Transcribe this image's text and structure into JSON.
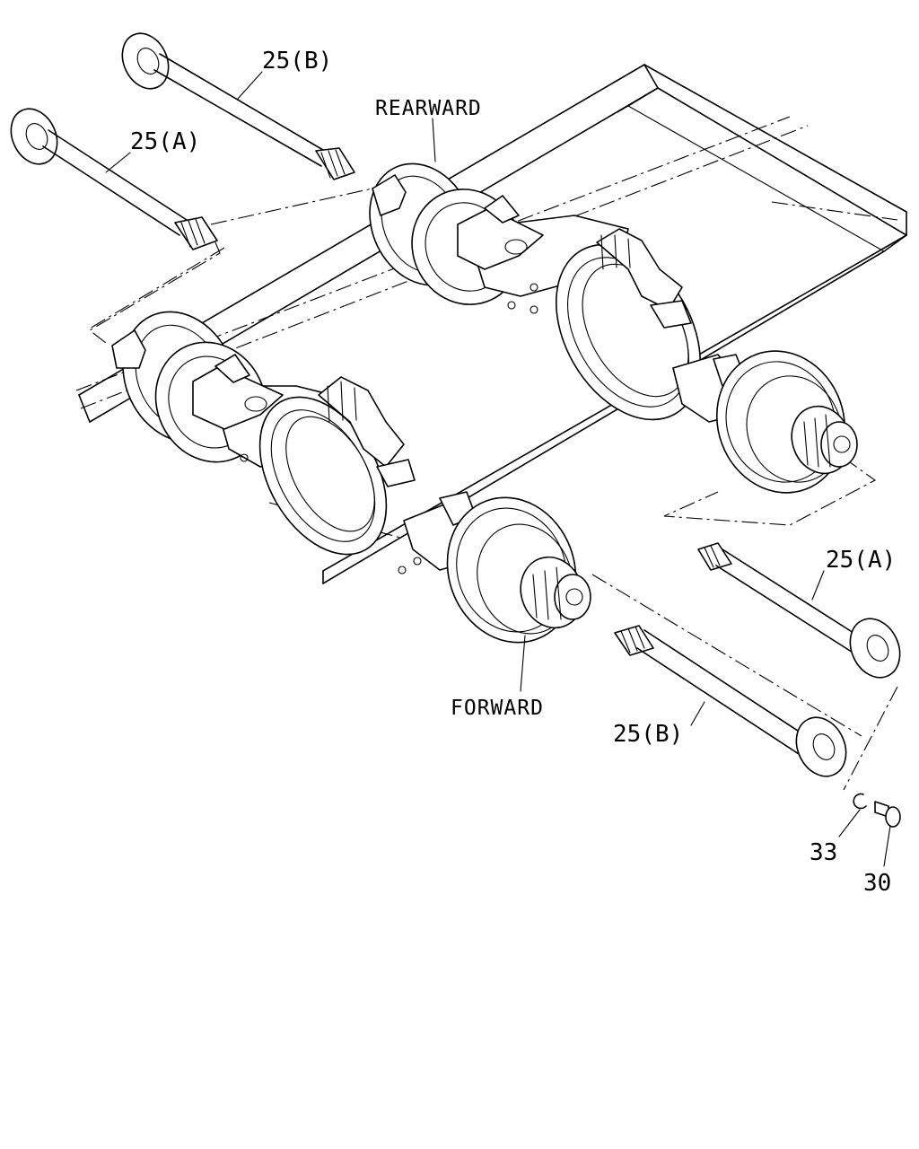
{
  "labels": {
    "shaft_b_top": "25(B)",
    "shaft_a_top": "25(A)",
    "rearward": "REARWARD",
    "forward": "FORWARD",
    "shaft_a_right": "25(A)",
    "shaft_b_right": "25(B)",
    "washer": "33",
    "bolt": "30"
  }
}
